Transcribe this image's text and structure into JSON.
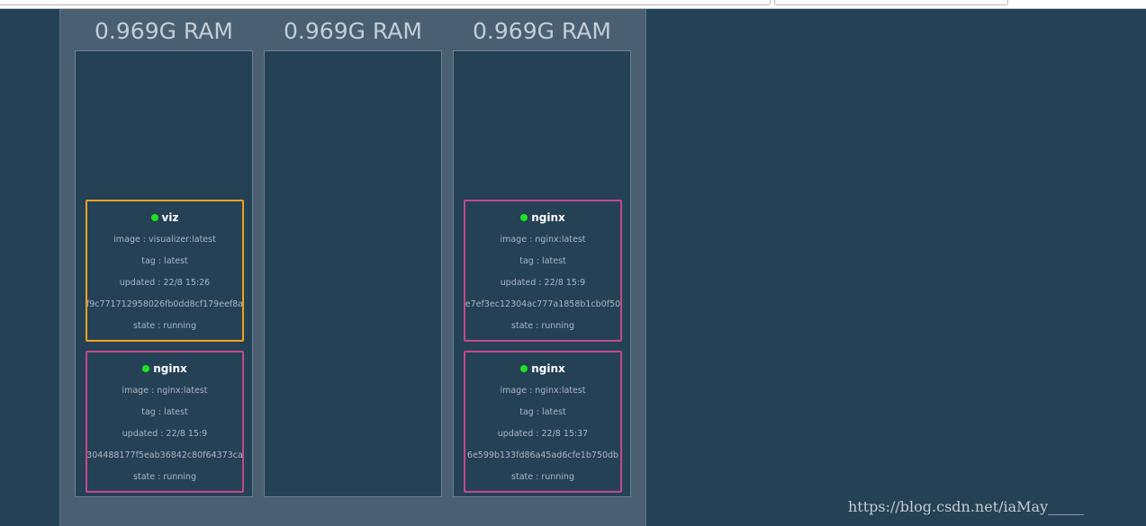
{
  "nodes": [
    {
      "ram": "0.969G RAM",
      "tasks": [
        {
          "name": "viz",
          "image": "image : visualizer:latest",
          "tag": "tag : latest",
          "updated": "updated : 22/8 15:26",
          "id": "f9c771712958026fb0dd8cf179eef8a",
          "state": "state : running",
          "color": "#f0a21c"
        },
        {
          "name": "nginx",
          "image": "image : nginx:latest",
          "tag": "tag : latest",
          "updated": "updated : 22/8 15:9",
          "id": "304488177f5eab36842c80f64373ca",
          "state": "state : running",
          "color": "#c24a86"
        }
      ]
    },
    {
      "ram": "0.969G RAM",
      "tasks": []
    },
    {
      "ram": "0.969G RAM",
      "tasks": [
        {
          "name": "nginx",
          "image": "image : nginx:latest",
          "tag": "tag : latest",
          "updated": "updated : 22/8 15:9",
          "id": "e7ef3ec12304ac777a1858b1cb0f50",
          "state": "state : running",
          "color": "#c24a86"
        },
        {
          "name": "nginx",
          "image": "image : nginx:latest",
          "tag": "tag : latest",
          "updated": "updated : 22/8 15:37",
          "id": "6e599b133fd86a45ad6cfe1b750db",
          "state": "state : running",
          "color": "#c24a86"
        }
      ]
    }
  ],
  "status_color": "#1ee31e",
  "watermark": "https://blog.csdn.net/iaMay_____"
}
